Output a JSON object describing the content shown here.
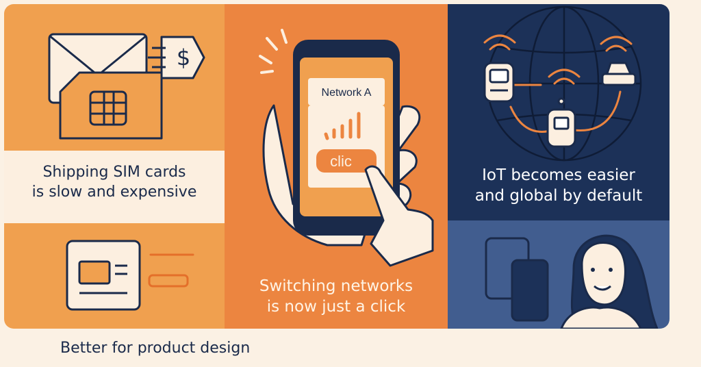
{
  "panels": {
    "shipping": {
      "caption": "Shipping SIM cards\nis slow and expensive"
    },
    "switching": {
      "caption": "Switching networks\nis now just a click",
      "phone_network_label": "Network A",
      "phone_button_label": "clic"
    },
    "iot": {
      "caption": "IoT becomes easier\nand global by default"
    },
    "product": {
      "caption": "Better for product design"
    }
  },
  "icons": {
    "shipping": [
      "envelope-icon",
      "sim-card-icon",
      "price-tag-icon"
    ],
    "product": [
      "device-card-icon"
    ],
    "switching": [
      "smartphone-icon",
      "signal-bars-icon",
      "pointing-hand-icon",
      "hand-icon"
    ],
    "iot": [
      "globe-icon",
      "iot-tracker-icon",
      "car-icon",
      "wifi-icon",
      "sensor-icon"
    ],
    "person": [
      "woman-avatar-icon",
      "phone-card-icon"
    ]
  },
  "colors": {
    "orange_light": "#f0a04f",
    "orange": "#ec8540",
    "navy": "#1c3158",
    "slate_blue": "#415d8f",
    "cream": "#fcefe0",
    "ink": "#1a2a4a"
  }
}
